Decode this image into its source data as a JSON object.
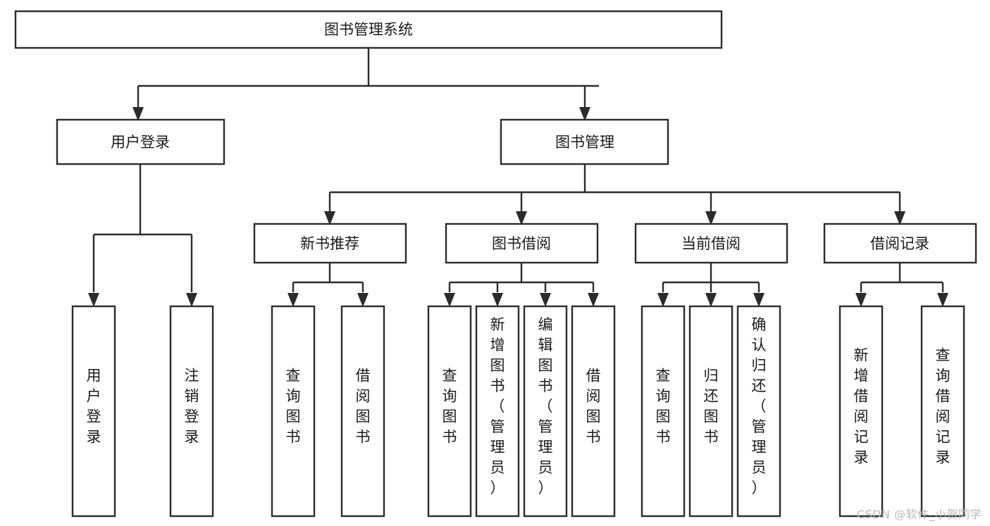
{
  "diagram": {
    "type": "tree",
    "title": "图书管理系统",
    "watermark": "CSDN @软件_小贺同学",
    "colors": {
      "stroke": "#2b2b2b",
      "fill": "#ffffff",
      "text": "#1a1a1a",
      "watermark": "#b9b9b9"
    },
    "root": {
      "label": "图书管理系统"
    },
    "level1": [
      {
        "label": "用户登录"
      },
      {
        "label": "图书管理"
      }
    ],
    "level2": [
      {
        "label": "新书推荐"
      },
      {
        "label": "图书借阅"
      },
      {
        "label": "当前借阅"
      },
      {
        "label": "借阅记录"
      }
    ],
    "leaves": {
      "user_login": [
        {
          "label": "用户登录"
        },
        {
          "label": "注销登录"
        }
      ],
      "new_book_rec": [
        {
          "label": "查询图书"
        },
        {
          "label": "借阅图书"
        }
      ],
      "book_borrow": [
        {
          "label": "查询图书"
        },
        {
          "label": "新增图书（管理员）"
        },
        {
          "label": "编辑图书（管理员）"
        },
        {
          "label": "借阅图书"
        }
      ],
      "current_borrow": [
        {
          "label": "查询图书"
        },
        {
          "label": "归还图书"
        },
        {
          "label": "确认归还（管理员）"
        }
      ],
      "borrow_record": [
        {
          "label": "新增借阅记录"
        },
        {
          "label": "查询借阅记录"
        }
      ]
    }
  }
}
